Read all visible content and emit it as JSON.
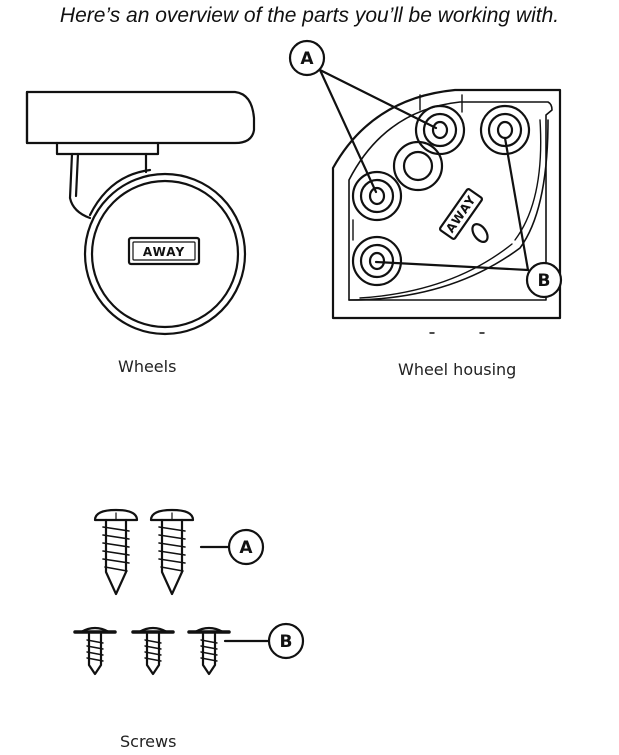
{
  "heading": "Here’s an overview of the parts you’ll be working with.",
  "parts": {
    "wheels": {
      "caption": "Wheels",
      "logo": "AWAY"
    },
    "housing": {
      "caption": "Wheel housing",
      "logo": "AWAY"
    },
    "screws": {
      "caption": "Screws"
    }
  },
  "callouts": {
    "a": "A",
    "b": "B"
  },
  "icons": {
    "wheel": "wheel-illustration",
    "housing": "wheel-housing-illustration",
    "screw_a": "screw-a-illustration",
    "screw_b": "screw-b-illustration"
  }
}
